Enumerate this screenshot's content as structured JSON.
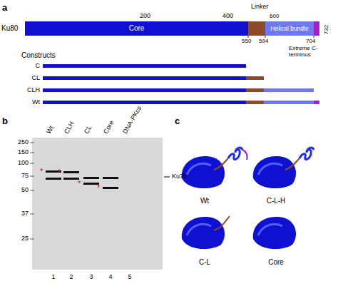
{
  "diagram": {
    "nodes": [
      {
        "text": [
          "Core"
        ]
      },
      {
        "text": [
          "Helical bundle"
        ]
      }
    ],
    "labels": [
      "a",
      "Ku80",
      "200",
      "400",
      "Linker",
      "600",
      "Extreme C-terminus",
      "732",
      "550",
      "594",
      "704",
      "Constructs",
      "C",
      "CL",
      "CLH",
      "Wt",
      "b",
      "250",
      "150",
      "100",
      "75",
      "50",
      "37",
      "25",
      "Wt",
      "CLH",
      "CL",
      "Core",
      "DNA-PKcs",
      "Ku70",
      "1",
      "2",
      "3",
      "4",
      "5",
      "*",
      "*",
      "*",
      "*",
      "c",
      "Wt",
      "C-L-H",
      "C-L",
      "Core"
    ]
  }
}
